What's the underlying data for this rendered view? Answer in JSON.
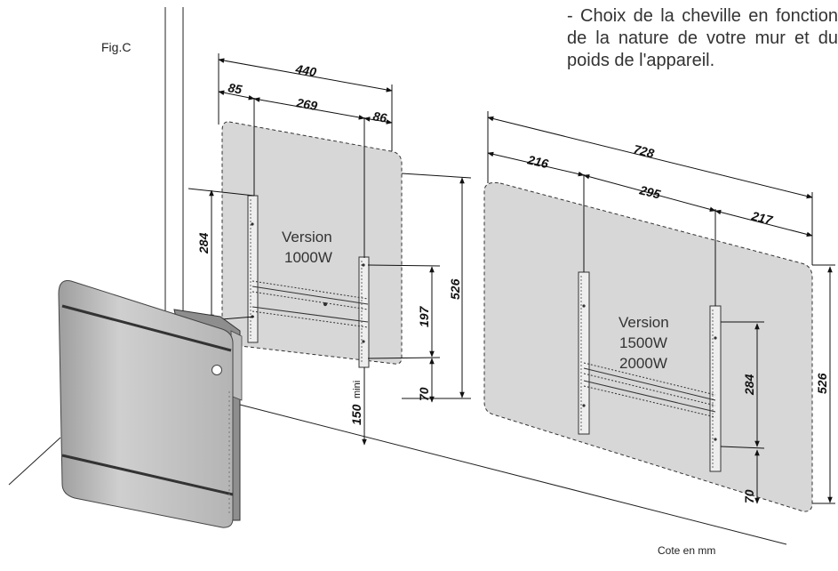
{
  "figure": {
    "label": "Fig.C"
  },
  "note": {
    "text": "- Choix de la cheville en fonction de la nature de votre mur et du poids de l'appareil."
  },
  "footer": {
    "units_caption": "Cote en mm"
  },
  "left_panel": {
    "version_lines": [
      "Version",
      "1000W"
    ],
    "dims": {
      "total_width": "440",
      "left_offset": "85",
      "bracket_spacing": "269",
      "right_offset": "86",
      "height_left": "284",
      "height_total": "526",
      "height_mid": "197",
      "height_bottom": "70",
      "floor_gap": "150",
      "floor_gap_suffix": "mini"
    }
  },
  "right_panel": {
    "version_lines": [
      "Version",
      "1500W",
      "2000W"
    ],
    "dims": {
      "total_width": "728",
      "left_offset": "216",
      "bracket_spacing": "295",
      "right_offset": "217",
      "height_bracket": "284",
      "height_total": "526",
      "height_bottom": "70"
    }
  },
  "colors": {
    "panel_fill": "#d6d6d6",
    "heater_body": "#bfbfbf",
    "line": "#1a1a1a"
  }
}
